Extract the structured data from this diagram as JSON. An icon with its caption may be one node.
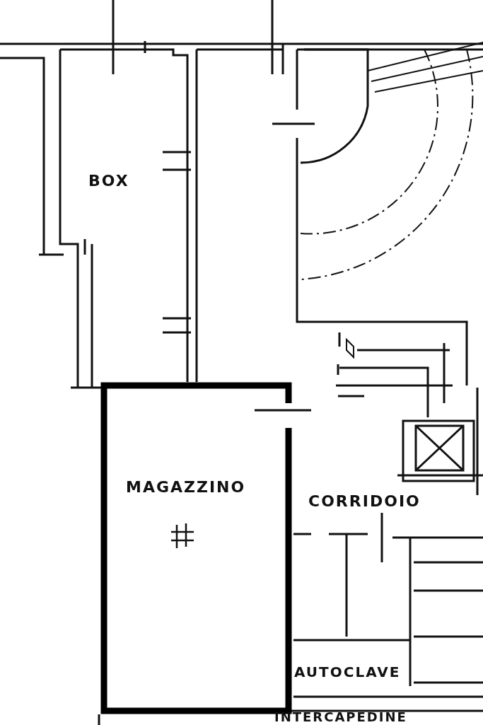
{
  "diagram": {
    "labels": [
      "BOX",
      "MAGAZZINO",
      "CORRIDOIO",
      "AUTOCLAVE",
      "INTERCAPEDINE"
    ]
  }
}
